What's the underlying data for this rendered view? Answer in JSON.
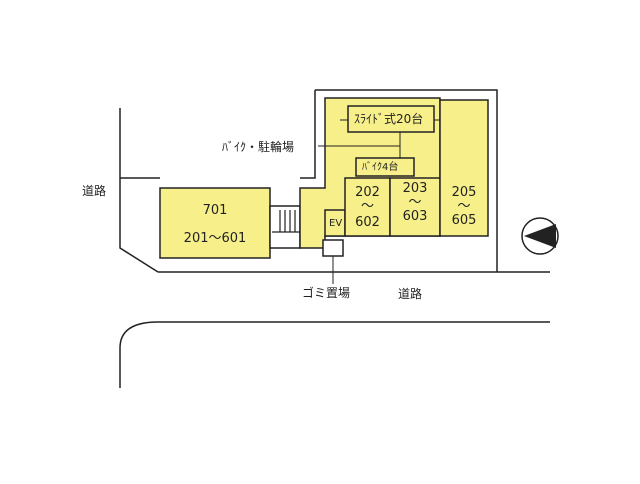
{
  "labels": {
    "road_left": "道路",
    "road_bottom": "道路",
    "bike_parking": "ﾊﾞｲｸ・駐輪場",
    "garbage": "ゴミ置場",
    "slide_parking": "ｽﾗｲﾄﾞ式20台",
    "bike4": "ﾊﾞｲｸ4台",
    "ev": "EV"
  },
  "units": {
    "left_top": "701",
    "left_bottom": "201～601",
    "mid1_top": "202",
    "mid1_wave": "～",
    "mid1_bottom": "602",
    "mid2_top": "203",
    "mid2_wave": "～",
    "mid2_bottom": "603",
    "right_top": "205",
    "right_wave": "～",
    "right_bottom": "605"
  },
  "colors": {
    "building_fill": "#f7f08a",
    "line": "#222222"
  },
  "icons": {
    "north": "north-arrow-icon"
  }
}
